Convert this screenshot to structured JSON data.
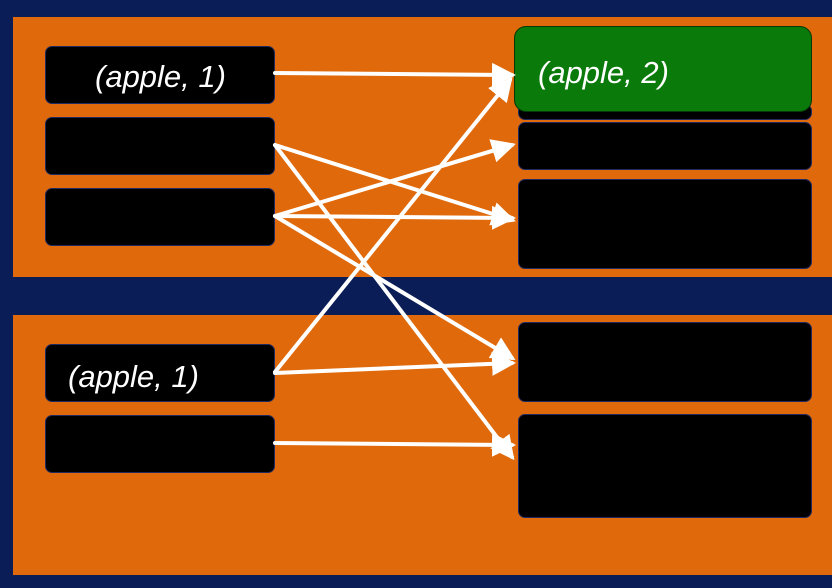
{
  "colors": {
    "background": "#0a1d57",
    "panel": "#e06a0b",
    "record_box": "#000000",
    "result_box": "#0a7a0a",
    "arrow": "#ffffff",
    "text": "#ffffff"
  },
  "top_partition": {
    "inputs": [
      {
        "label": "(apple, 1)"
      },
      {
        "label": ""
      },
      {
        "label": ""
      }
    ],
    "outputs": [
      {
        "label": "(apple, 2)",
        "highlighted": true
      },
      {
        "label": ""
      },
      {
        "label": ""
      }
    ]
  },
  "bottom_partition": {
    "inputs": [
      {
        "label": "(apple, 1)"
      },
      {
        "label": ""
      }
    ],
    "outputs": [
      {
        "label": ""
      },
      {
        "label": ""
      }
    ]
  }
}
